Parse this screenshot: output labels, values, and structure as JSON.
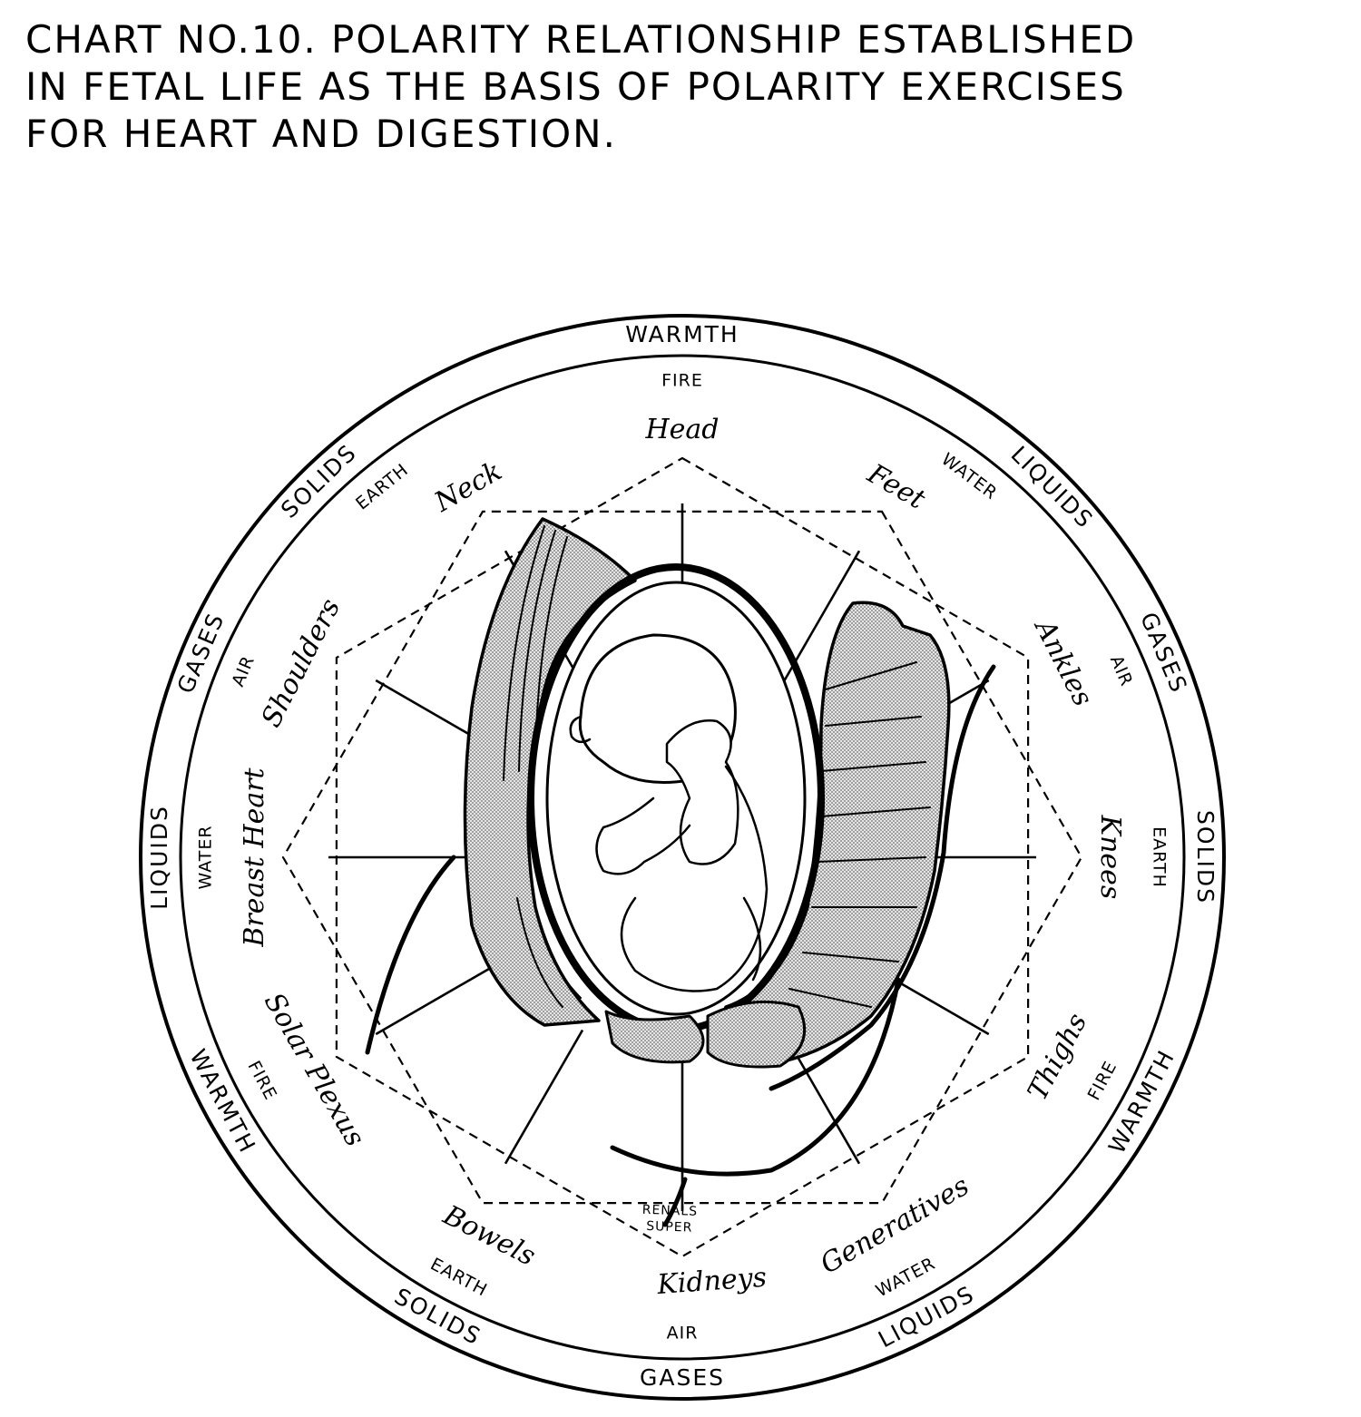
{
  "title": {
    "line1": "CHART NO.10. POLARITY RELATIONSHIP ESTABLISHED",
    "line2": "IN FETAL LIFE AS THE BASIS OF POLARITY EXERCISES",
    "line3": "FOR HEART AND DIGESTION."
  },
  "outer_ring": [
    {
      "label": "WARMTH",
      "angle": 0
    },
    {
      "label": "LIQUIDS",
      "angle": 45
    },
    {
      "label": "GASES",
      "angle": 67
    },
    {
      "label": "SOLIDS",
      "angle": 90
    },
    {
      "label": "WARMTH",
      "angle": 118
    },
    {
      "label": "LIQUIDS",
      "angle": 152
    },
    {
      "label": "GASES",
      "angle": 180
    },
    {
      "label": "SOLIDS",
      "angle": 208
    },
    {
      "label": "LIQUIDS",
      "angle": 270
    },
    {
      "label": "WARMTH",
      "angle": 242
    },
    {
      "label": "GASES",
      "angle": 293
    },
    {
      "label": "SOLIDS",
      "angle": 316
    }
  ],
  "inner_ring": [
    {
      "label": "FIRE",
      "angle": 0
    },
    {
      "label": "WATER",
      "angle": 37
    },
    {
      "label": "AIR",
      "angle": 67
    },
    {
      "label": "EARTH",
      "angle": 90
    },
    {
      "label": "FIRE",
      "angle": 118
    },
    {
      "label": "WATER",
      "angle": 152
    },
    {
      "label": "AIR",
      "angle": 180
    },
    {
      "label": "EARTH",
      "angle": 208
    },
    {
      "label": "FIRE",
      "angle": 242
    },
    {
      "label": "WATER",
      "angle": 270
    },
    {
      "label": "AIR",
      "angle": 293
    },
    {
      "label": "EARTH",
      "angle": 321
    }
  ],
  "body_parts": [
    {
      "label": "Head",
      "angle": 0
    },
    {
      "label": "Feet",
      "angle": 30
    },
    {
      "label": "Ankles",
      "angle": 63
    },
    {
      "label": "Knees",
      "angle": 90
    },
    {
      "label": "Thighs",
      "angle": 118
    },
    {
      "label": "Generatives",
      "angle": 150
    },
    {
      "label": "Kidneys",
      "angle": 176
    },
    {
      "label": "Bowels",
      "angle": 207
    },
    {
      "label": "Solar Plexus",
      "angle": 240
    },
    {
      "label": "Breast Heart",
      "angle": 270
    },
    {
      "label": "Shoulders",
      "angle": 297
    },
    {
      "label": "Neck",
      "angle": 330
    }
  ],
  "super_renals": {
    "line1": "SUPER",
    "line2": "RENALS",
    "angle": 182
  }
}
